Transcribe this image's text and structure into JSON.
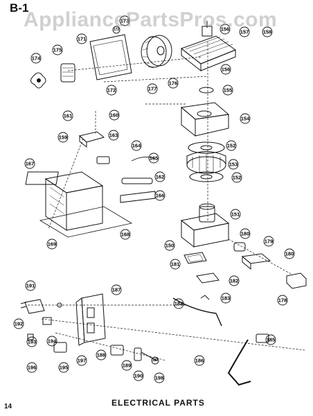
{
  "header": {
    "sheet_id": "B-1",
    "watermark": "AppliancePartsPros.com"
  },
  "footer": {
    "page_number": "14",
    "title": "ELECTRICAL  PARTS"
  },
  "callouts": [
    {
      "id": "c171",
      "label": "171"
    },
    {
      "id": "c173",
      "label": "173"
    },
    {
      "id": "c172a",
      "label": "172"
    },
    {
      "id": "c156a",
      "label": "156"
    },
    {
      "id": "c157",
      "label": "157"
    },
    {
      "id": "c158",
      "label": "158"
    },
    {
      "id": "c174",
      "label": "174"
    },
    {
      "id": "c175",
      "label": "175"
    },
    {
      "id": "c172b",
      "label": "172"
    },
    {
      "id": "c177",
      "label": "177"
    },
    {
      "id": "c176",
      "label": "176"
    },
    {
      "id": "c156b",
      "label": "156"
    },
    {
      "id": "c155",
      "label": "155"
    },
    {
      "id": "c161",
      "label": "161"
    },
    {
      "id": "c160",
      "label": "160"
    },
    {
      "id": "c159",
      "label": "159"
    },
    {
      "id": "c163",
      "label": "163"
    },
    {
      "id": "c164",
      "label": "164"
    },
    {
      "id": "c154",
      "label": "154"
    },
    {
      "id": "c167",
      "label": "167"
    },
    {
      "id": "c165",
      "label": "165"
    },
    {
      "id": "c162",
      "label": "162"
    },
    {
      "id": "c166",
      "label": "166"
    },
    {
      "id": "c152a",
      "label": "152"
    },
    {
      "id": "c153",
      "label": "153"
    },
    {
      "id": "c152b",
      "label": "152"
    },
    {
      "id": "c151",
      "label": "151"
    },
    {
      "id": "c169",
      "label": "169"
    },
    {
      "id": "c168",
      "label": "168"
    },
    {
      "id": "c150",
      "label": "150"
    },
    {
      "id": "c180a",
      "label": "180"
    },
    {
      "id": "c179",
      "label": "179"
    },
    {
      "id": "c180b",
      "label": "180"
    },
    {
      "id": "c181",
      "label": "181"
    },
    {
      "id": "c182",
      "label": "182"
    },
    {
      "id": "c178",
      "label": "178"
    },
    {
      "id": "c184",
      "label": "184"
    },
    {
      "id": "c183",
      "label": "183"
    },
    {
      "id": "c191",
      "label": "191"
    },
    {
      "id": "c187",
      "label": "187"
    },
    {
      "id": "c192",
      "label": "192"
    },
    {
      "id": "c193",
      "label": "193"
    },
    {
      "id": "c194",
      "label": "194"
    },
    {
      "id": "c185",
      "label": "185"
    },
    {
      "id": "c186",
      "label": "186"
    },
    {
      "id": "c195",
      "label": "195"
    },
    {
      "id": "c197",
      "label": "197"
    },
    {
      "id": "c188",
      "label": "188"
    },
    {
      "id": "c189",
      "label": "189"
    },
    {
      "id": "c190",
      "label": "190"
    },
    {
      "id": "c198",
      "label": "198"
    },
    {
      "id": "c189b",
      "label": "189"
    },
    {
      "id": "c196",
      "label": "196"
    }
  ]
}
